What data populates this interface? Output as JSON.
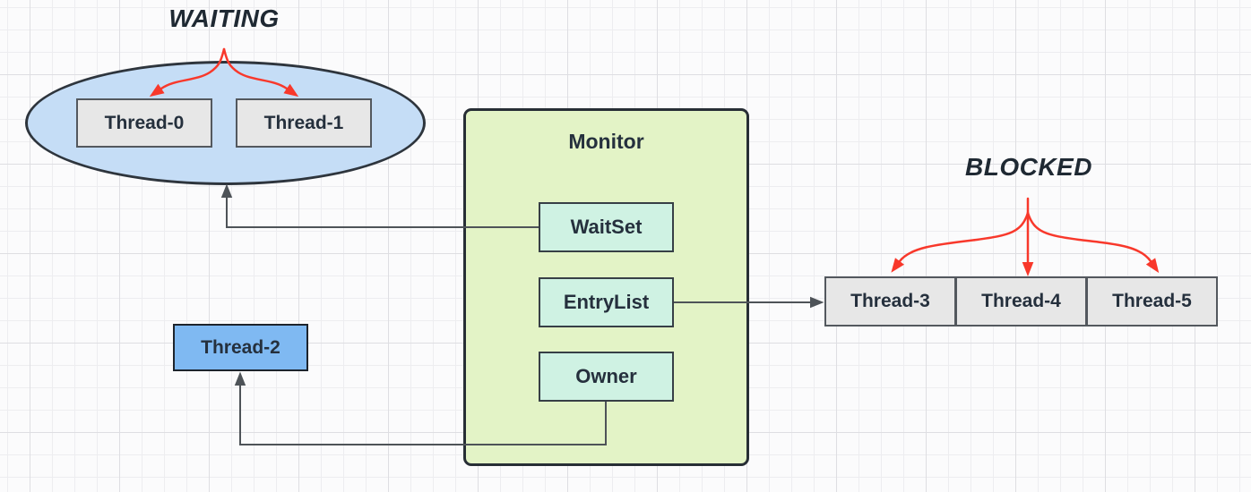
{
  "labels": {
    "waiting": "WAITING",
    "blocked": "BLOCKED"
  },
  "monitor": {
    "title": "Monitor",
    "wait_set": "WaitSet",
    "entry_list": "EntryList",
    "owner": "Owner"
  },
  "threads": {
    "waiting": [
      "Thread-0",
      "Thread-1"
    ],
    "owner": "Thread-2",
    "blocked": [
      "Thread-3",
      "Thread-4",
      "Thread-5"
    ]
  },
  "colors": {
    "red_accent": "#F8382B",
    "connector_dark": "#4E5358",
    "ellipse_fill": "#C5DDF6",
    "ellipse_border": "#2E353D",
    "monitor_fill": "#E3F3C6",
    "monitor_border": "#272E35",
    "mint_fill": "#CFF2E3",
    "mint_border": "#373F46",
    "gray_fill": "#E7E7E7",
    "gray_border": "#53585E",
    "blue_fill": "#7FB9F2",
    "blue_border": "#1D242C",
    "text_dark": "#25303D"
  }
}
